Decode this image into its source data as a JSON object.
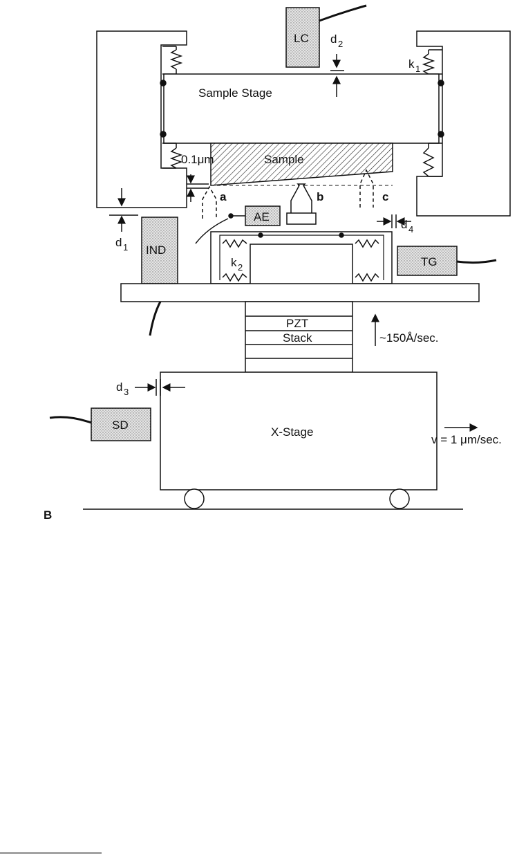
{
  "figure": {
    "panel_label": "B",
    "labels": {
      "lc": "LC",
      "d2": "d",
      "d2_sub": "2",
      "k1": "k",
      "k1_sub": "1",
      "sample_stage": "Sample Stage",
      "gap": "0.1μm",
      "sample": "Sample",
      "tip_a": "a",
      "tip_b": "b",
      "tip_c": "c",
      "ae": "AE",
      "d4": "d",
      "d4_sub": "4",
      "d1": "d",
      "d1_sub": "1",
      "ind": "IND",
      "k2": "k",
      "k2_sub": "2",
      "tg": "TG",
      "pzt": "PZT",
      "stack": "Stack",
      "rate": "~150Å/sec.",
      "d3": "d",
      "d3_sub": "3",
      "sd": "SD",
      "xstage": "X-Stage",
      "velocity": "v = 1 μm/sec."
    },
    "colors": {
      "ink": "#111111",
      "stipple": "#d9d9d9"
    }
  }
}
